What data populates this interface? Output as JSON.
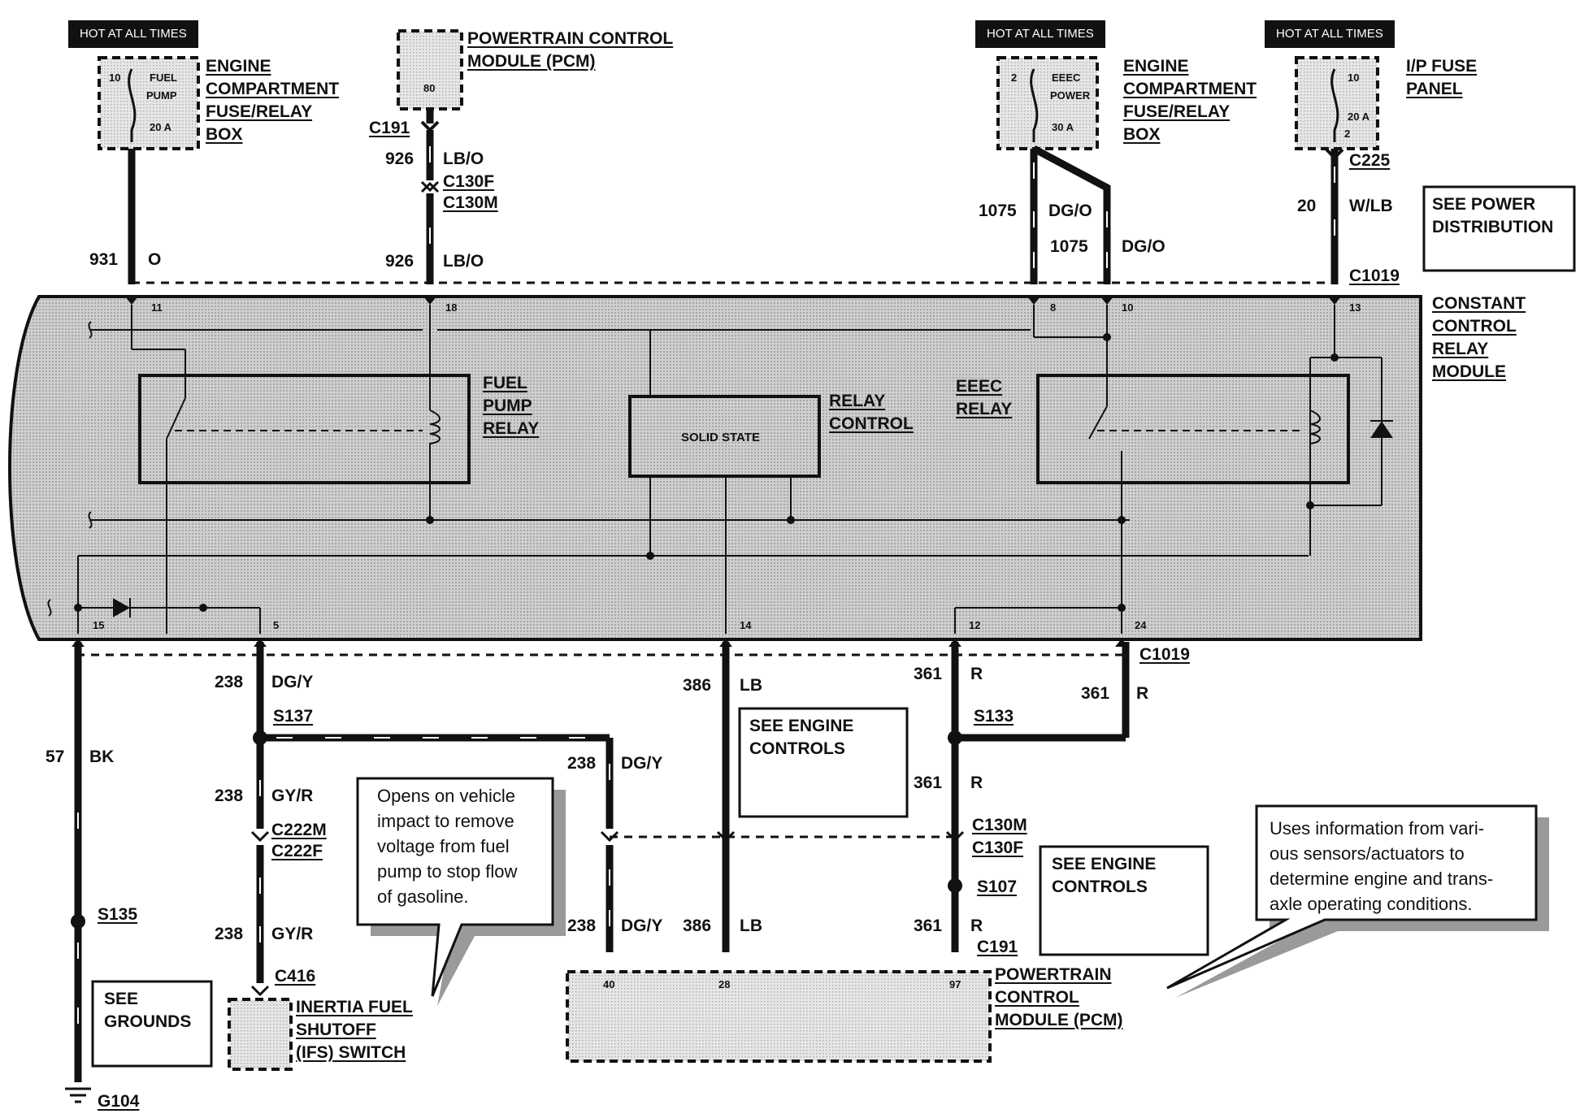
{
  "hot_at_all_times": "HOT AT ALL TIMES",
  "top_left_fuse_box": {
    "fuse_number": "10",
    "fuse_name_1": "FUEL",
    "fuse_name_2": "PUMP",
    "fuse_rating": "20 A",
    "label_lines": [
      "ENGINE",
      "COMPARTMENT",
      "FUSE/RELAY",
      "BOX"
    ]
  },
  "pcm_top": {
    "pin": "80",
    "label_lines": [
      "POWERTRAIN CONTROL",
      "MODULE (PCM)"
    ]
  },
  "top_right_fuse_box": {
    "fuse_number": "2",
    "fuse_name_1": "EEEC",
    "fuse_name_2": "POWER",
    "fuse_rating": "30 A",
    "label_lines": [
      "ENGINE",
      "COMPARTMENT",
      "FUSE/RELAY",
      "BOX"
    ]
  },
  "ip_fuse_panel": {
    "fuse_number": "10",
    "fuse_rating": "20 A",
    "pin": "2",
    "label_lines": [
      "I/P FUSE",
      "PANEL"
    ]
  },
  "see_power_distribution": [
    "SEE POWER",
    "DISTRIBUTION"
  ],
  "connectors": {
    "c191": "C191",
    "c130f": "C130F",
    "c130m": "C130M",
    "c225": "C225",
    "c1019": "C1019",
    "c222m": "C222M",
    "c222f": "C222F",
    "c416": "C416",
    "s137": "S137",
    "s133": "S133",
    "s135": "S135",
    "s107": "S107",
    "g104": "G104"
  },
  "wires": {
    "w931": "931",
    "w931_color": "O",
    "w926": "926",
    "w926_color": "LB/O",
    "w1075": "1075",
    "w1075_color": "DG/O",
    "w20": "20",
    "w20_color": "W/LB",
    "w238": "238",
    "w238_color1": "DG/Y",
    "w238_color2": "GY/R",
    "w57": "57",
    "w57_color": "BK",
    "w386": "386",
    "w386_color": "LB",
    "w361": "361",
    "w361_color": "R"
  },
  "module": {
    "label_lines": [
      "CONSTANT",
      "CONTROL",
      "RELAY",
      "MODULE"
    ],
    "fuel_pump_relay_lines": [
      "FUEL",
      "PUMP",
      "RELAY"
    ],
    "solid_state": "SOLID STATE",
    "relay_control_lines": [
      "RELAY",
      "CONTROL"
    ],
    "eeec_relay_lines": [
      "EEEC",
      "RELAY"
    ],
    "pins_top": [
      "11",
      "18",
      "8",
      "10",
      "13"
    ],
    "pins_bottom": [
      "15",
      "5",
      "14",
      "12",
      "24"
    ]
  },
  "see_engine_controls": [
    "SEE ENGINE",
    "CONTROLS"
  ],
  "see_grounds": [
    "SEE",
    "GROUNDS"
  ],
  "ifs_switch_lines": [
    "INERTIA FUEL",
    "SHUTOFF",
    "(IFS) SWITCH"
  ],
  "ifs_note": [
    "Opens on vehicle",
    "impact to remove",
    "voltage from fuel",
    "pump to stop flow",
    "of gasoline."
  ],
  "pcm_bottom": {
    "pins": [
      "40",
      "28",
      "97"
    ],
    "label_lines": [
      "POWERTRAIN",
      "CONTROL",
      "MODULE (PCM)"
    ]
  },
  "pcm_note": [
    "Uses information from vari-",
    "ous sensors/actuators to",
    "determine engine and trans-",
    "axle operating conditions."
  ]
}
